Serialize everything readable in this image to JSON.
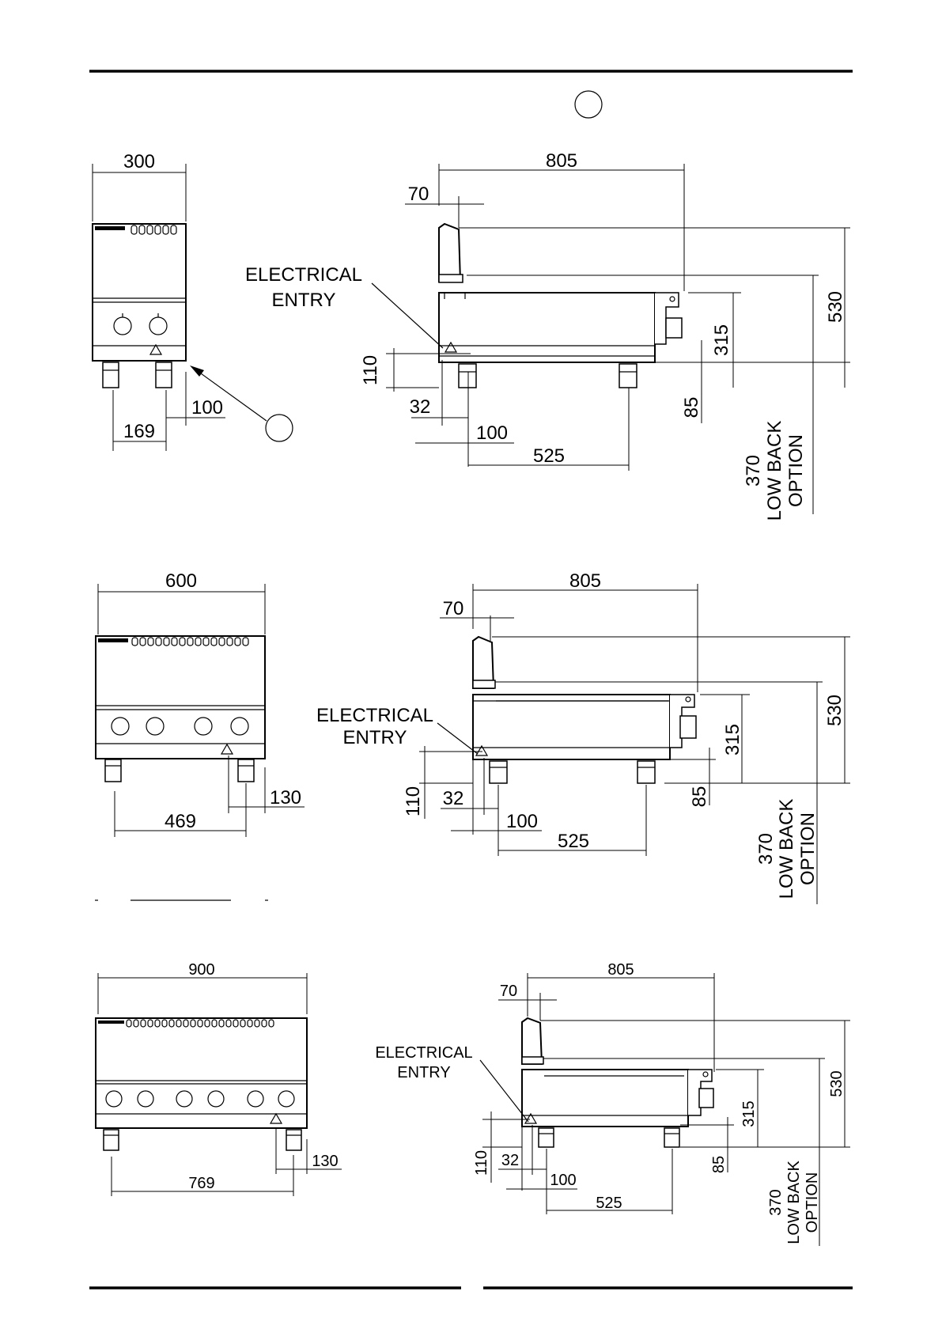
{
  "callout_top": "",
  "views": {
    "row1": {
      "front": {
        "width": "300",
        "leg_a": "169",
        "leg_b": "100"
      },
      "side": {
        "depth": "805",
        "back_offset": "70",
        "height": "530",
        "top": "315",
        "legs": "85",
        "foot_h": "110",
        "foot_a": "32",
        "foot_b": "100",
        "leg_span": "525",
        "low_back": "370",
        "low_back_l1": "LOW BACK",
        "low_back_l2": "OPTION",
        "entry_l1": "ELECTRICAL",
        "entry_l2": "ENTRY"
      }
    },
    "row2": {
      "front": {
        "width": "600",
        "leg_a": "469",
        "leg_b": "130"
      },
      "side": {
        "depth": "805",
        "back_offset": "70",
        "height": "530",
        "top": "315",
        "legs": "85",
        "foot_h": "110",
        "foot_a": "32",
        "foot_b": "100",
        "leg_span": "525",
        "low_back": "370",
        "low_back_l1": "LOW BACK",
        "low_back_l2": "OPTION",
        "entry_l1": "ELECTRICAL",
        "entry_l2": "ENTRY"
      }
    },
    "row3": {
      "front": {
        "width": "900",
        "leg_a": "769",
        "leg_b": "130"
      },
      "side": {
        "depth": "805",
        "back_offset": "70",
        "height": "530",
        "top": "315",
        "legs": "85",
        "foot_h": "110",
        "foot_a": "32",
        "foot_b": "100",
        "leg_span": "525",
        "low_back": "370",
        "low_back_l1": "LOW BACK",
        "low_back_l2": "OPTION",
        "entry_l1": "ELECTRICAL",
        "entry_l2": "ENTRY"
      }
    }
  }
}
